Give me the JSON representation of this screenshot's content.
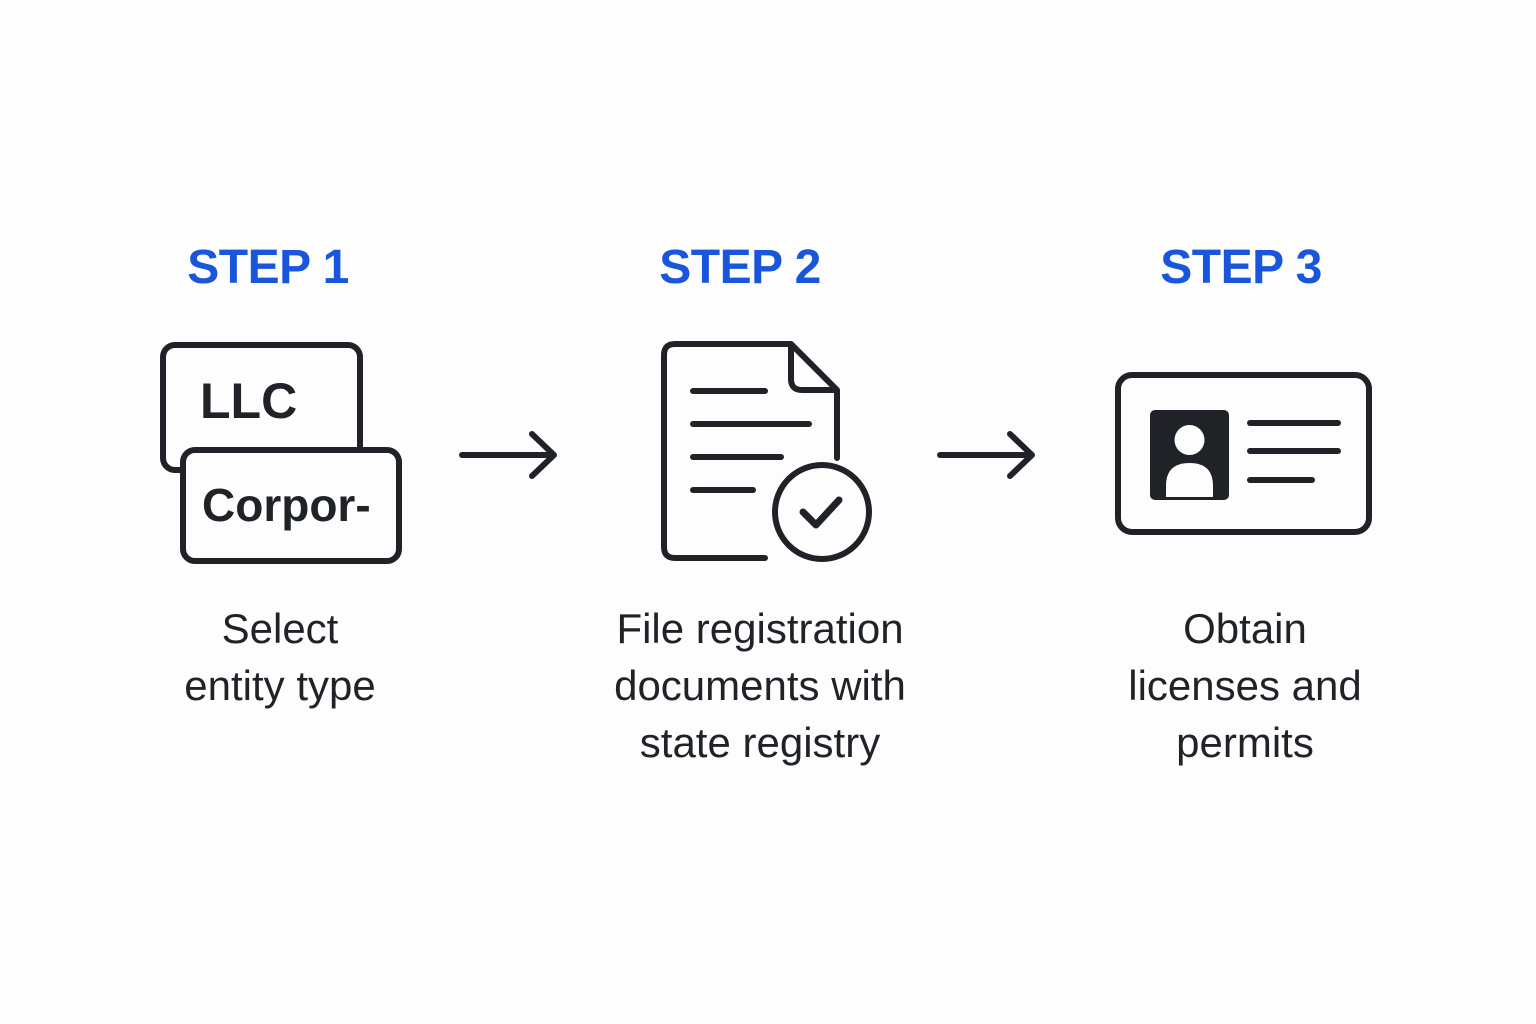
{
  "colors": {
    "accent": "#1a56db",
    "ink": "#1f2328"
  },
  "steps": [
    {
      "label": "STEP 1",
      "icon": "entity-type-cards-icon",
      "card_labels": [
        "LLC",
        "Corpor-"
      ],
      "description_lines": [
        "Select",
        "entity type"
      ]
    },
    {
      "label": "STEP 2",
      "icon": "document-check-icon",
      "description_lines": [
        "File registration",
        "documents with",
        "state registry"
      ]
    },
    {
      "label": "STEP 3",
      "icon": "id-card-icon",
      "description_lines": [
        "Obtain",
        "licenses and",
        "permits"
      ]
    }
  ],
  "connectors": [
    "arrow-right-icon",
    "arrow-right-icon"
  ]
}
